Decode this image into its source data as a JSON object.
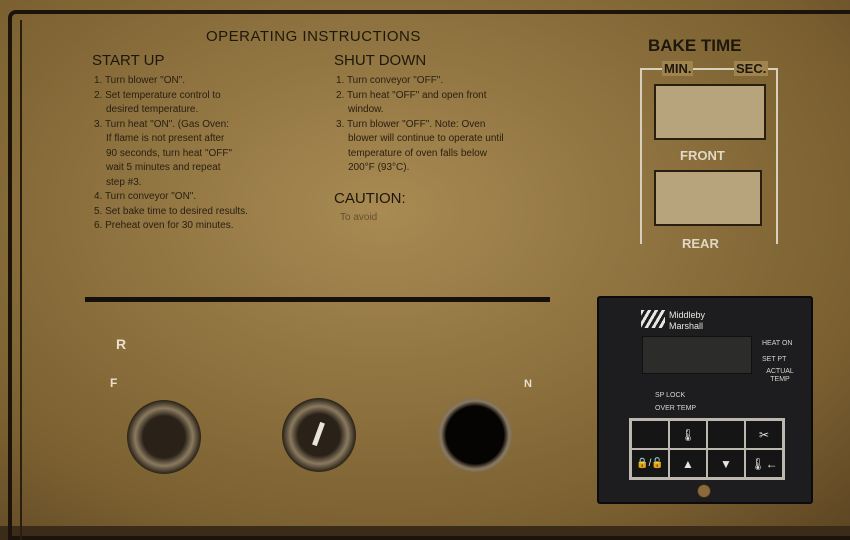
{
  "instructions": {
    "title": "OPERATING INSTRUCTIONS",
    "start_up": {
      "heading": "START UP",
      "steps": [
        "1. Turn blower \"ON\".",
        "2. Set temperature control to",
        "   desired temperature.",
        "3. Turn heat \"ON\". (Gas Oven:",
        "   If flame is not present after",
        "   90 seconds, turn heat \"OFF\"",
        "   wait 5 minutes and repeat",
        "   step #3.",
        "4. Turn conveyor \"ON\".",
        "5. Set bake time to desired results.",
        "6. Preheat oven for 30 minutes."
      ]
    },
    "shut_down": {
      "heading": "SHUT DOWN",
      "steps": [
        "1. Turn conveyor \"OFF\".",
        "2. Turn heat \"OFF\" and open front",
        "   window.",
        "3. Turn blower \"OFF\". Note: Oven",
        "   blower will continue to operate until",
        "   temperature of oven falls below",
        "   200°F (93°C)."
      ]
    },
    "caution": {
      "heading": "CAUTION:",
      "text": "To avoid"
    }
  },
  "bake_time": {
    "title": "BAKE TIME",
    "min": "MIN.",
    "sec": "SEC.",
    "front": "FRONT",
    "rear": "REAR"
  },
  "knob_labels": {
    "r": "R",
    "f": "F",
    "n": "N"
  },
  "controller": {
    "brand": [
      "Middleby",
      "Marshall"
    ],
    "indicators": [
      "HEAT ON",
      "SET PT",
      "ACTUAL TEMP",
      "SP LOCK",
      "OVER TEMP"
    ],
    "keys": [
      "",
      "thermometer-icon",
      "",
      "tools-icon",
      "lock-unlock-icon",
      "▲",
      "▼",
      "thermometer-arrow-icon"
    ]
  }
}
